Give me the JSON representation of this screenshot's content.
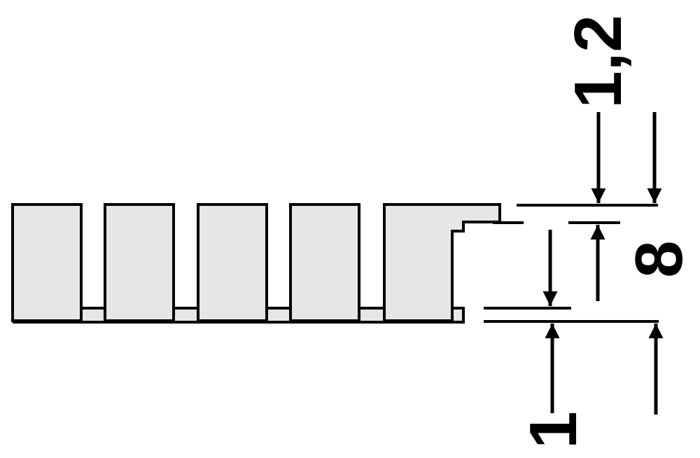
{
  "dimensions": {
    "top_gap": "1,2",
    "total_height": "8",
    "base_thickness": "1"
  },
  "colors": {
    "fill": "#e6e6e6",
    "stroke": "#000000",
    "background": "#ffffff"
  }
}
